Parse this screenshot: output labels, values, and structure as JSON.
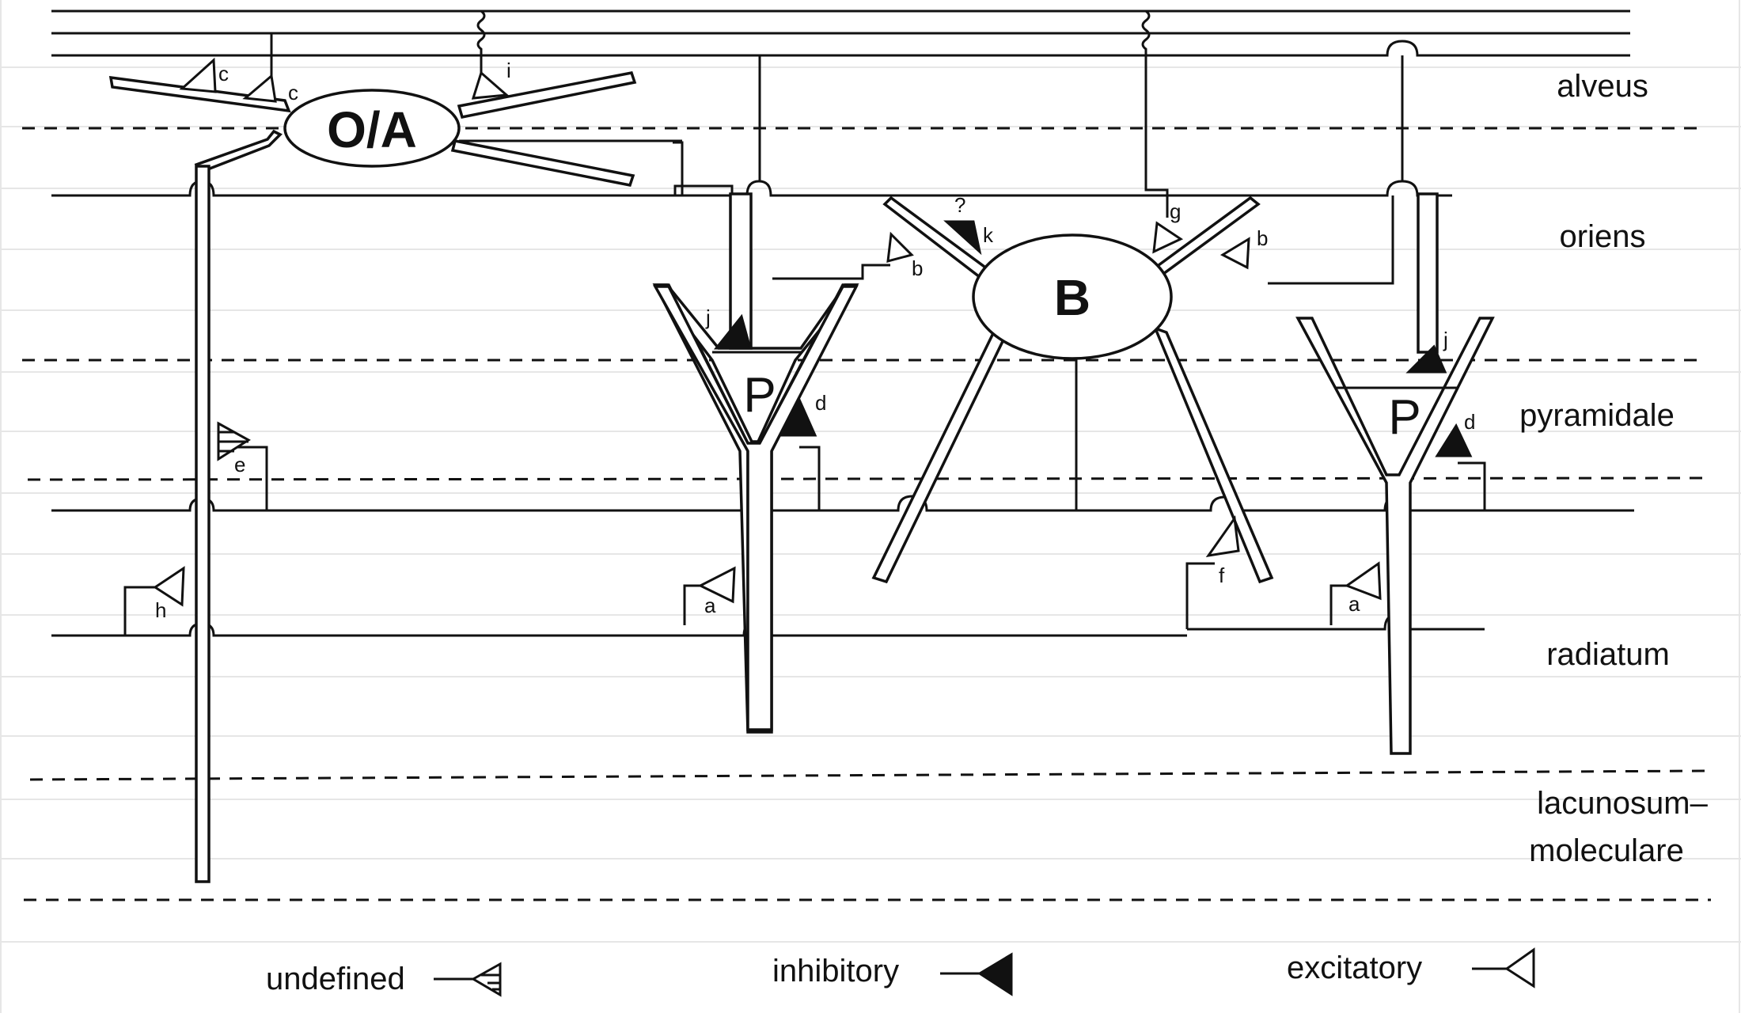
{
  "layers": {
    "alveus": "alveus",
    "oriens": "oriens",
    "pyramidale": "pyramidale",
    "radiatum": "radiatum",
    "lacunosum_1": "lacunosum–",
    "lacunosum_2": "moleculare"
  },
  "cells": {
    "oa": "O/A",
    "basket": "B",
    "pyramidal_1": "P",
    "pyramidal_2": "P"
  },
  "synapses": {
    "a1": "a",
    "a2": "a",
    "b1": "b",
    "b2": "b",
    "c1": "c",
    "c2": "c",
    "d1": "d",
    "d2": "d",
    "e": "e",
    "f": "f",
    "g": "g",
    "h": "h",
    "i": "i",
    "j1": "j",
    "j2": "j",
    "k": "k",
    "q": "?"
  },
  "legend": {
    "undefined": "undefined",
    "inhibitory": "inhibitory",
    "excitatory": "excitatory"
  }
}
